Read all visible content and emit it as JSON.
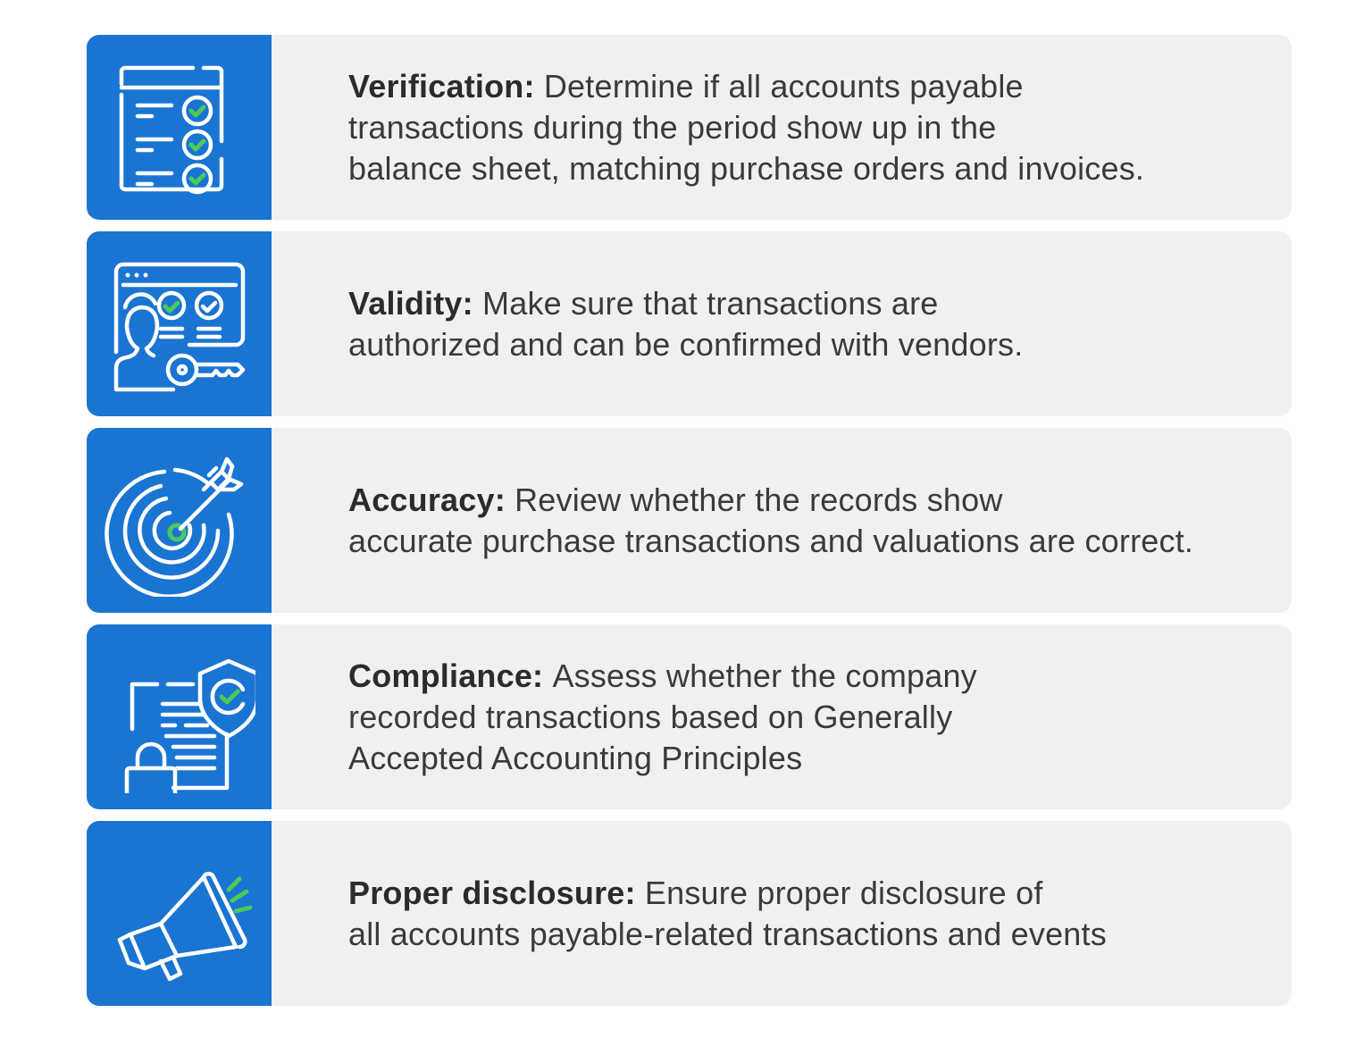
{
  "colors": {
    "icon_panel_bg": "#1a74d2",
    "card_bg": "#f0f0f0",
    "text": "#333333",
    "accent_green": "#4cc95a",
    "page_bg": "#ffffff"
  },
  "items": [
    {
      "title": "Verification:",
      "description": "Determine if all accounts payable transactions during the period show up in the balance sheet, matching purchase orders and invoices.",
      "lines": [
        "Determine if all accounts payable",
        "transactions during the period show up in the",
        "balance sheet, matching purchase orders and invoices."
      ],
      "icon": "checklist-icon"
    },
    {
      "title": "Validity:",
      "description": "Make sure that transactions are authorized and can be confirmed with vendors.",
      "lines": [
        "Make sure that transactions are",
        "authorized and can be confirmed with vendors."
      ],
      "icon": "user-key-verification-icon"
    },
    {
      "title": "Accuracy:",
      "description": "Review whether the records show accurate purchase transactions and valuations are correct.",
      "lines": [
        "Review whether the records show",
        "accurate purchase transactions and valuations are correct."
      ],
      "icon": "target-arrow-icon"
    },
    {
      "title": "Compliance:",
      "description": "Assess whether the company recorded transactions based on Generally Accepted Accounting Principles",
      "lines": [
        "Assess whether the company",
        "recorded transactions based on Generally",
        "Accepted Accounting Principles"
      ],
      "icon": "document-shield-lock-icon"
    },
    {
      "title": "Proper disclosure:",
      "description": "Ensure proper disclosure of all accounts payable-related transactions and events",
      "lines": [
        "Ensure proper disclosure of",
        "all accounts payable-related transactions and events"
      ],
      "icon": "megaphone-icon"
    }
  ]
}
